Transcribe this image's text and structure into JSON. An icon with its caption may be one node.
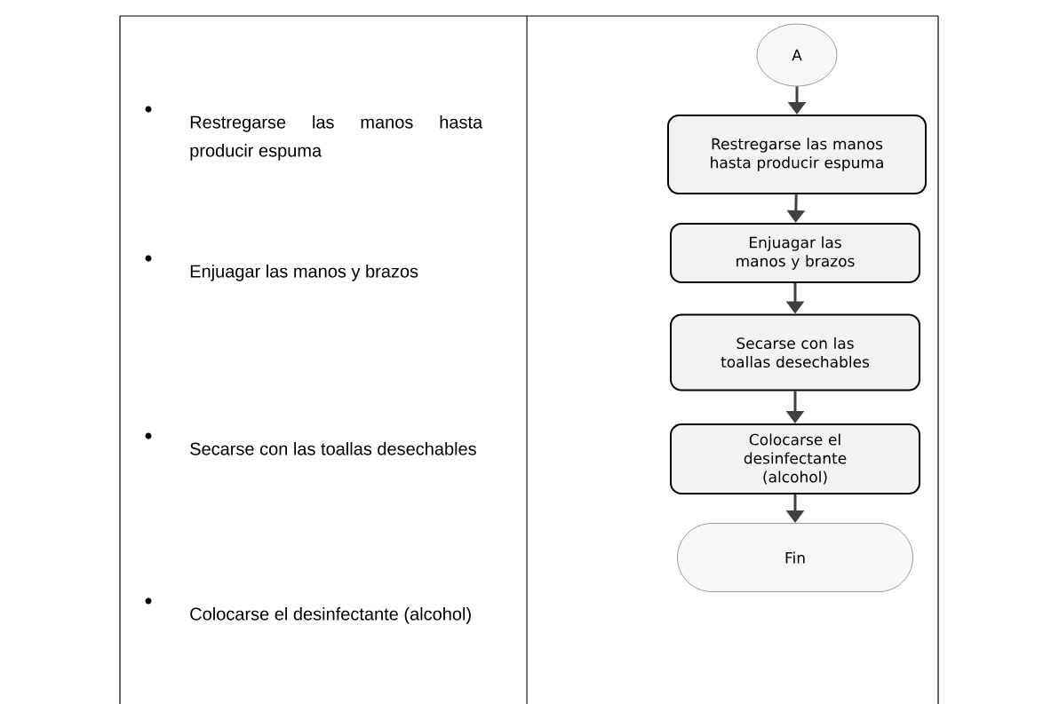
{
  "diagram": {
    "nodes": [
      {
        "text": [
          "A"
        ]
      },
      {
        "text": [
          "Restregarse las manos hasta producir espuma"
        ]
      },
      {
        "text": [
          "Enjuagar las manos y brazos"
        ]
      },
      {
        "text": [
          "Secarse con las toallas desechables"
        ]
      },
      {
        "text": [
          "Colocarse el desinfectante (alcohol)"
        ]
      },
      {
        "text": [
          "Fin"
        ]
      }
    ],
    "edges": [
      {
        "from": 0,
        "to": 1,
        "arrow": "to"
      },
      {
        "from": 1,
        "to": 2,
        "arrow": "to"
      },
      {
        "from": 2,
        "to": 3,
        "arrow": "to"
      },
      {
        "from": 3,
        "to": 4,
        "arrow": "to"
      },
      {
        "from": 4,
        "to": 5,
        "arrow": "to"
      }
    ],
    "labels": [
      "Restregarse las manos hasta producir espuma",
      "Enjuagar las manos y brazos",
      "Secarse con las toallas desechables",
      "Colocarse el desinfectante (alcohol)"
    ]
  }
}
